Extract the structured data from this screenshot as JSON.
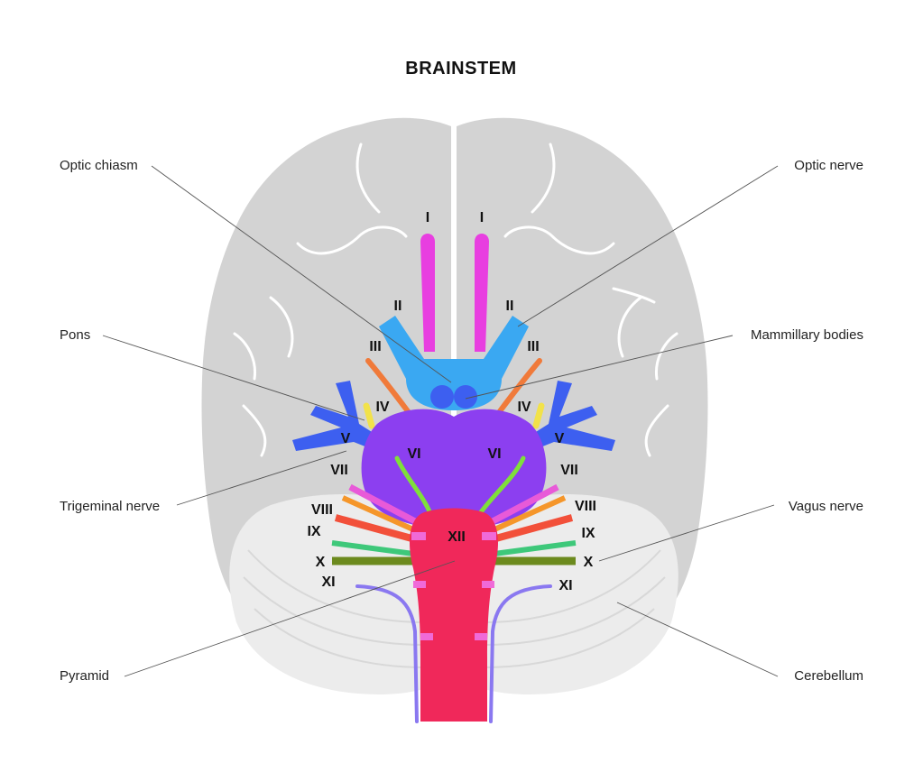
{
  "title": "BRAINSTEM",
  "callouts": {
    "optic_chiasm": "Optic chiasm",
    "optic_nerve": "Optic nerve",
    "pons": "Pons",
    "mammillary_bodies": "Mammillary bodies",
    "trigeminal_nerve": "Trigeminal nerve",
    "vagus_nerve": "Vagus nerve",
    "pyramid": "Pyramid",
    "cerebellum": "Cerebellum"
  },
  "numerals": {
    "I": "I",
    "II": "II",
    "III": "III",
    "IV": "IV",
    "V": "V",
    "VI": "VI",
    "VII": "VII",
    "VIII": "VIII",
    "IX": "IX",
    "X": "X",
    "XI": "XI",
    "XII": "XII"
  },
  "colors": {
    "cerebrum": "#d3d3d3",
    "cerebellum": "#ececec",
    "olfactory": "#e83ee0",
    "optic": "#3aa8f2",
    "pons": "#8c3ff0",
    "medulla": "#f0285a",
    "trigeminal": "#3d5ff0",
    "oculomotor": "#f07a3a",
    "trochlear": "#f2e24a",
    "abducens": "#7fe03a",
    "facial": "#e85ad8",
    "vestibulocochlear": "#f5962a",
    "glossopharyngeal": "#f2503a",
    "vagus": "#3ec87a",
    "accessory": "#6c8a1e",
    "hypoglossal_roots": "#f06ad8",
    "spinal_accessory": "#8a78f0"
  }
}
